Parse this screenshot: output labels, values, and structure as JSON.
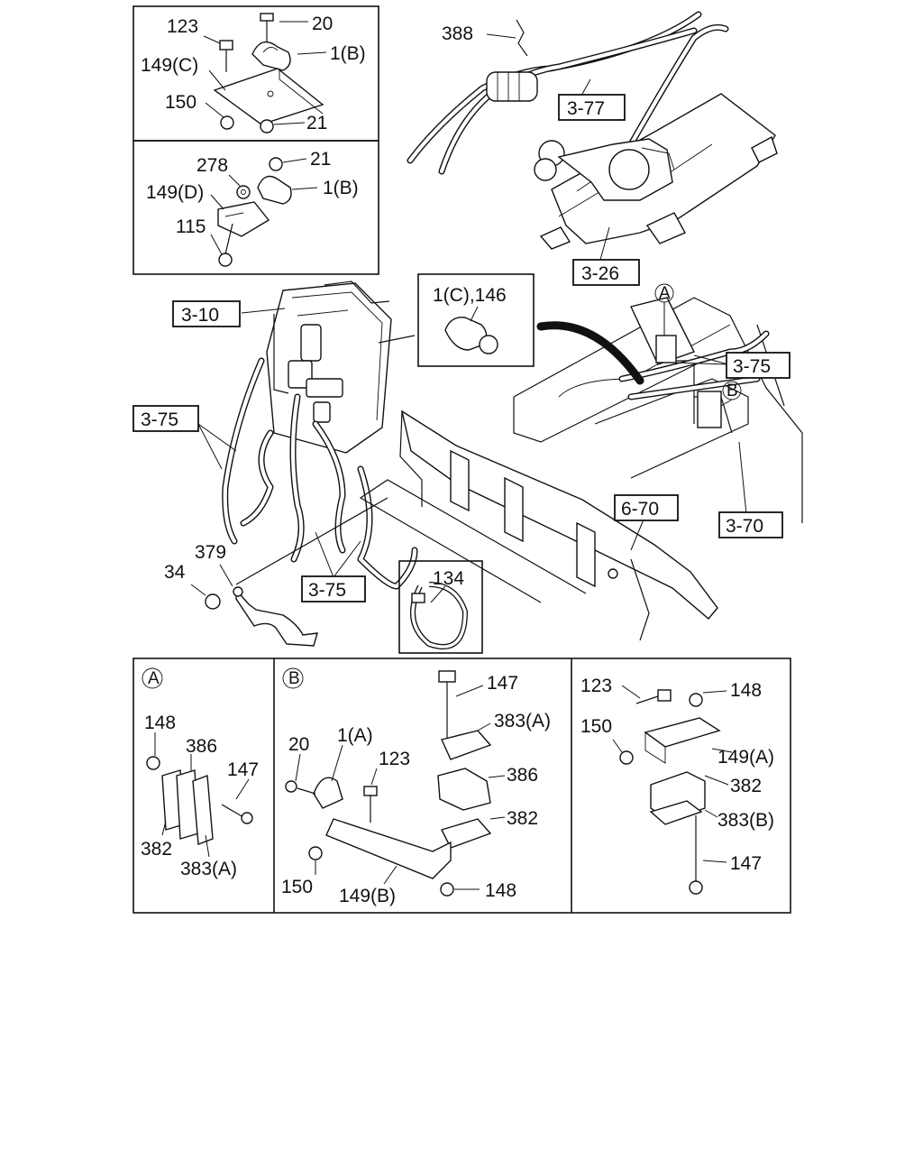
{
  "callouts": {
    "p123_a": "123",
    "p20_a": "20",
    "p1b_a": "1(B)",
    "p149c": "149(C)",
    "p150_a": "150",
    "p21_a": "21",
    "p278": "278",
    "p21_b": "21",
    "p149d": "149(D)",
    "p1b_b": "1(B)",
    "p115": "115",
    "p388": "388",
    "ref_3_77": "3-77",
    "ref_3_26": "3-26",
    "ref_3_10": "3-10",
    "p1c146": "1(C),146",
    "ref_3_75_a": "3-75",
    "ref_3_75_b": "3-75",
    "ref_3_75_c": "3-75",
    "marker_a": "A",
    "marker_b": "B",
    "ref_6_70": "6-70",
    "ref_3_70": "3-70",
    "p379": "379",
    "p34": "34",
    "p134": "134",
    "detA_marker": "A",
    "detA_148": "148",
    "detA_386": "386",
    "detA_147": "147",
    "detA_382": "382",
    "detA_383a": "383(A)",
    "detB_marker": "B",
    "detB_147": "147",
    "detB_383a": "383(A)",
    "detB_386": "386",
    "detB_382": "382",
    "detB_20": "20",
    "detB_1a": "1(A)",
    "detB_123": "123",
    "detB_150": "150",
    "detB_149b": "149(B)",
    "detB_148": "148",
    "detC_123": "123",
    "detC_148": "148",
    "detC_150": "150",
    "detC_149a": "149(A)",
    "detC_382": "382",
    "detC_383b": "383(B)",
    "detC_147": "147"
  }
}
